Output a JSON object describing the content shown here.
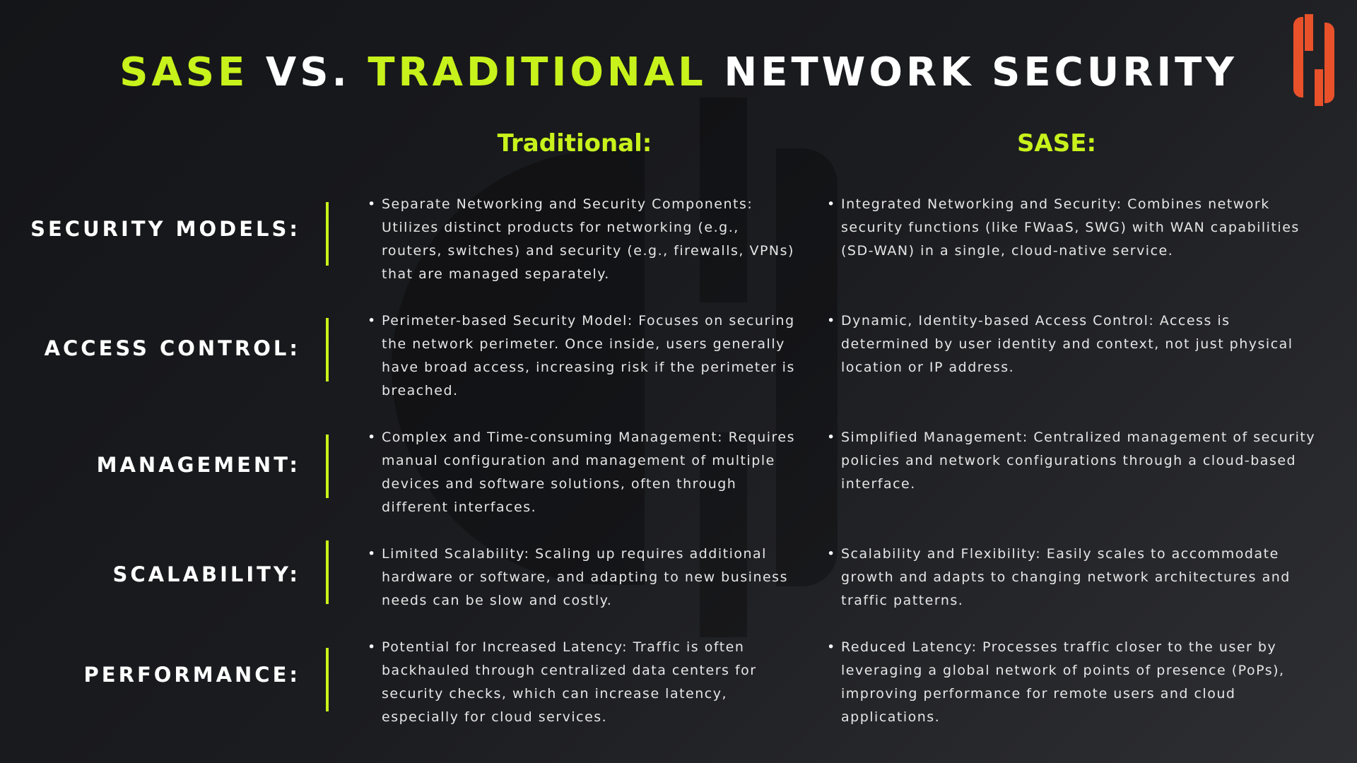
{
  "title": {
    "part1": "SASE",
    "part2": "VS.",
    "part3": "TRADITIONAL",
    "part4": "NETWORK SECURITY"
  },
  "logo": {
    "icon": "brand-logo-icon",
    "color": "#e8512a"
  },
  "columns": {
    "traditional": "Traditional:",
    "sase": "SASE:"
  },
  "accent_color": "#c8f21b",
  "rows": [
    {
      "label": "SECURITY MODELS:",
      "traditional": "Separate Networking and Security Components: Utilizes distinct products for networking (e.g., routers, switches) and security (e.g., firewalls, VPNs) that are managed separately.",
      "sase": "Integrated Networking and Security: Combines network security functions (like FWaaS, SWG) with WAN capabilities (SD-WAN) in a single, cloud-native service."
    },
    {
      "label": "ACCESS CONTROL:",
      "traditional": "Perimeter-based Security Model: Focuses on securing the network perimeter. Once inside, users generally have broad access, increasing risk if the perimeter is breached.",
      "sase": "Dynamic, Identity-based Access Control: Access is determined by user identity and context, not just physical location or IP address."
    },
    {
      "label": "MANAGEMENT:",
      "traditional": "Complex and Time-consuming Management: Requires manual configuration and management of multiple devices and software solutions, often through different interfaces.",
      "sase": "Simplified Management: Centralized management of security policies and network configurations through a cloud-based interface."
    },
    {
      "label": "SCALABILITY:",
      "traditional": "Limited Scalability: Scaling up requires additional hardware or software, and adapting to new business needs can be slow and costly.",
      "sase": "Scalability and Flexibility: Easily scales to accommodate growth and adapts to changing network architectures and traffic patterns."
    },
    {
      "label": "PERFORMANCE:",
      "traditional": "Potential for Increased Latency: Traffic is often backhauled through centralized data centers for security checks, which can increase latency, especially for cloud services.",
      "sase": "Reduced Latency: Processes traffic closer to the user by leveraging a global network of points of presence (PoPs), improving performance for remote users and cloud applications."
    }
  ]
}
